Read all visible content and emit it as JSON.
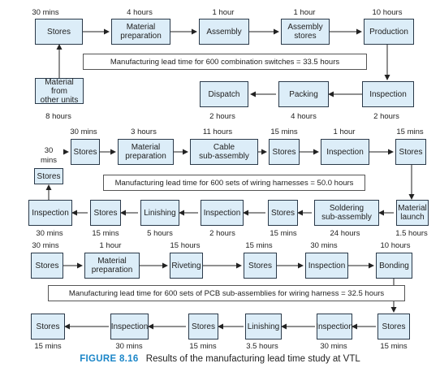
{
  "section1": {
    "boxes": {
      "stores": "Stores",
      "material_prep": "Material\npreparation",
      "assembly": "Assembly",
      "assembly_stores": "Assembly\nstores",
      "production": "Production",
      "material_other": "Material from\nother units",
      "dispatch": "Dispatch",
      "packing": "Packing",
      "inspection": "Inspection"
    },
    "times": {
      "stores": "30 mins",
      "material_prep": "4 hours",
      "assembly": "1 hour",
      "assembly_stores": "1 hour",
      "production": "10 hours",
      "material_other": "8 hours",
      "dispatch": "2 hours",
      "packing": "4 hours",
      "inspection": "2 hours"
    },
    "note": "Manufacturing lead time for 600 combination switches = 33.5 hours"
  },
  "section2": {
    "top": [
      {
        "label": "Stores",
        "time": "30 mins"
      },
      {
        "label": "Material\npreparation",
        "time": "3 hours"
      },
      {
        "label": "Cable\nsub-assembly",
        "time": "11 hours"
      },
      {
        "label": "Stores",
        "time": "15 mins"
      },
      {
        "label": "Inspection",
        "time": "1 hour"
      },
      {
        "label": "Stores",
        "time": "15 mins"
      }
    ],
    "left_time_a": "30",
    "left_time_b": "mins",
    "stores_left": "Stores",
    "note": "Manufacturing lead time for 600 sets of wiring harnesses = 50.0 hours",
    "bottom": [
      {
        "label": "Inspection",
        "time": "30 mins"
      },
      {
        "label": "Stores",
        "time": "15 mins"
      },
      {
        "label": "Linishing",
        "time": "5 hours"
      },
      {
        "label": "Inspection",
        "time": "2 hours"
      },
      {
        "label": "Stores",
        "time": "15 mins"
      },
      {
        "label": "Soldering\nsub-assembly",
        "time": "24 hours"
      },
      {
        "label": "Material\nlaunch",
        "time": "1.5 hours"
      }
    ]
  },
  "section3": {
    "top": [
      {
        "label": "Stores",
        "time": "30 mins"
      },
      {
        "label": "Material\npreparation",
        "time": "1 hour"
      },
      {
        "label": "Riveting",
        "time": "15 hours"
      },
      {
        "label": "Stores",
        "time": "15 mins"
      },
      {
        "label": "Inspection",
        "time": "30 mins"
      },
      {
        "label": "Bonding",
        "time": "10 hours"
      }
    ],
    "note": "Manufacturing lead time for 600 sets of PCB sub-assemblies for wiring harness = 32.5 hours",
    "bottom": [
      {
        "label": "Stores",
        "time": "15 mins"
      },
      {
        "label": "Inspection",
        "time": "30 mins"
      },
      {
        "label": "Stores",
        "time": "15 mins"
      },
      {
        "label": "Linishing",
        "time": "3.5 hours"
      },
      {
        "label": "Inspection",
        "time": "30 mins"
      },
      {
        "label": "Stores",
        "time": "15 mins"
      }
    ]
  },
  "caption": {
    "figure": "FIGURE 8.16",
    "text": "Results of the manufacturing lead time study at VTL"
  },
  "colors": {
    "box_fill": "#dcedf8",
    "box_border": "#2b3a4a",
    "caption_accent": "#1b86c8"
  }
}
